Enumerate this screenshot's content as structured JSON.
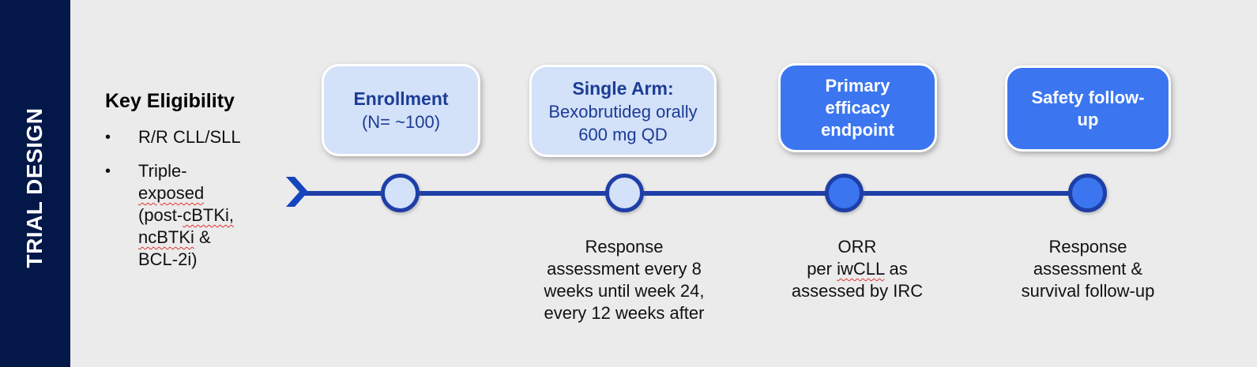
{
  "colors": {
    "background": "#ebebeb",
    "sidebar_bg": "#031849",
    "sidebar_text": "#ffffff",
    "light_box_fill": "#d3e1f9",
    "dark_box_fill": "#3b76f0",
    "box_text_blue": "#1c3c94",
    "timeline_blue": "#1e3fa8",
    "chevron_blue": "#1545bd",
    "misspell_red": "#e0342f",
    "body_text": "#111111"
  },
  "sidebar": {
    "title": "TRIAL DESIGN"
  },
  "eligibility": {
    "heading": "Key Eligibility",
    "bullet_char": "•",
    "bullet_1": "R/R CLL/SLL",
    "bullet_2": {
      "line_1": "Triple-",
      "line_2": "exposed",
      "line_3_pre": "(post-",
      "line_3_mis": "cBTKi,",
      "line_4_mis": "ncBTKi",
      "line_4_post": " &",
      "line_5": "BCL-2i)"
    }
  },
  "flow": {
    "box_1": {
      "title": "Enrollment",
      "line_1": "(N= ~100)"
    },
    "box_2": {
      "title": "Single Arm:",
      "line_1": "Bexobrutideg orally",
      "line_2": "600 mg QD"
    },
    "box_3": {
      "line_1": "Primary",
      "line_2": "efficacy",
      "line_3": "endpoint"
    },
    "box_4": {
      "line_1": "Safety follow-",
      "line_2": "up"
    }
  },
  "timeline_notes": {
    "note_2": {
      "line_1": "Response",
      "line_2": "assessment every 8",
      "line_3": "weeks until week 24,",
      "line_4": "every 12 weeks after"
    },
    "note_3": {
      "line_1": "ORR",
      "line_2_pre": "per ",
      "line_2_mis": "iwCLL",
      "line_2_post": " as",
      "line_3": "assessed by IRC"
    },
    "note_4": {
      "line_1": "Response",
      "line_2": "assessment &",
      "line_3": "survival follow-up"
    }
  }
}
